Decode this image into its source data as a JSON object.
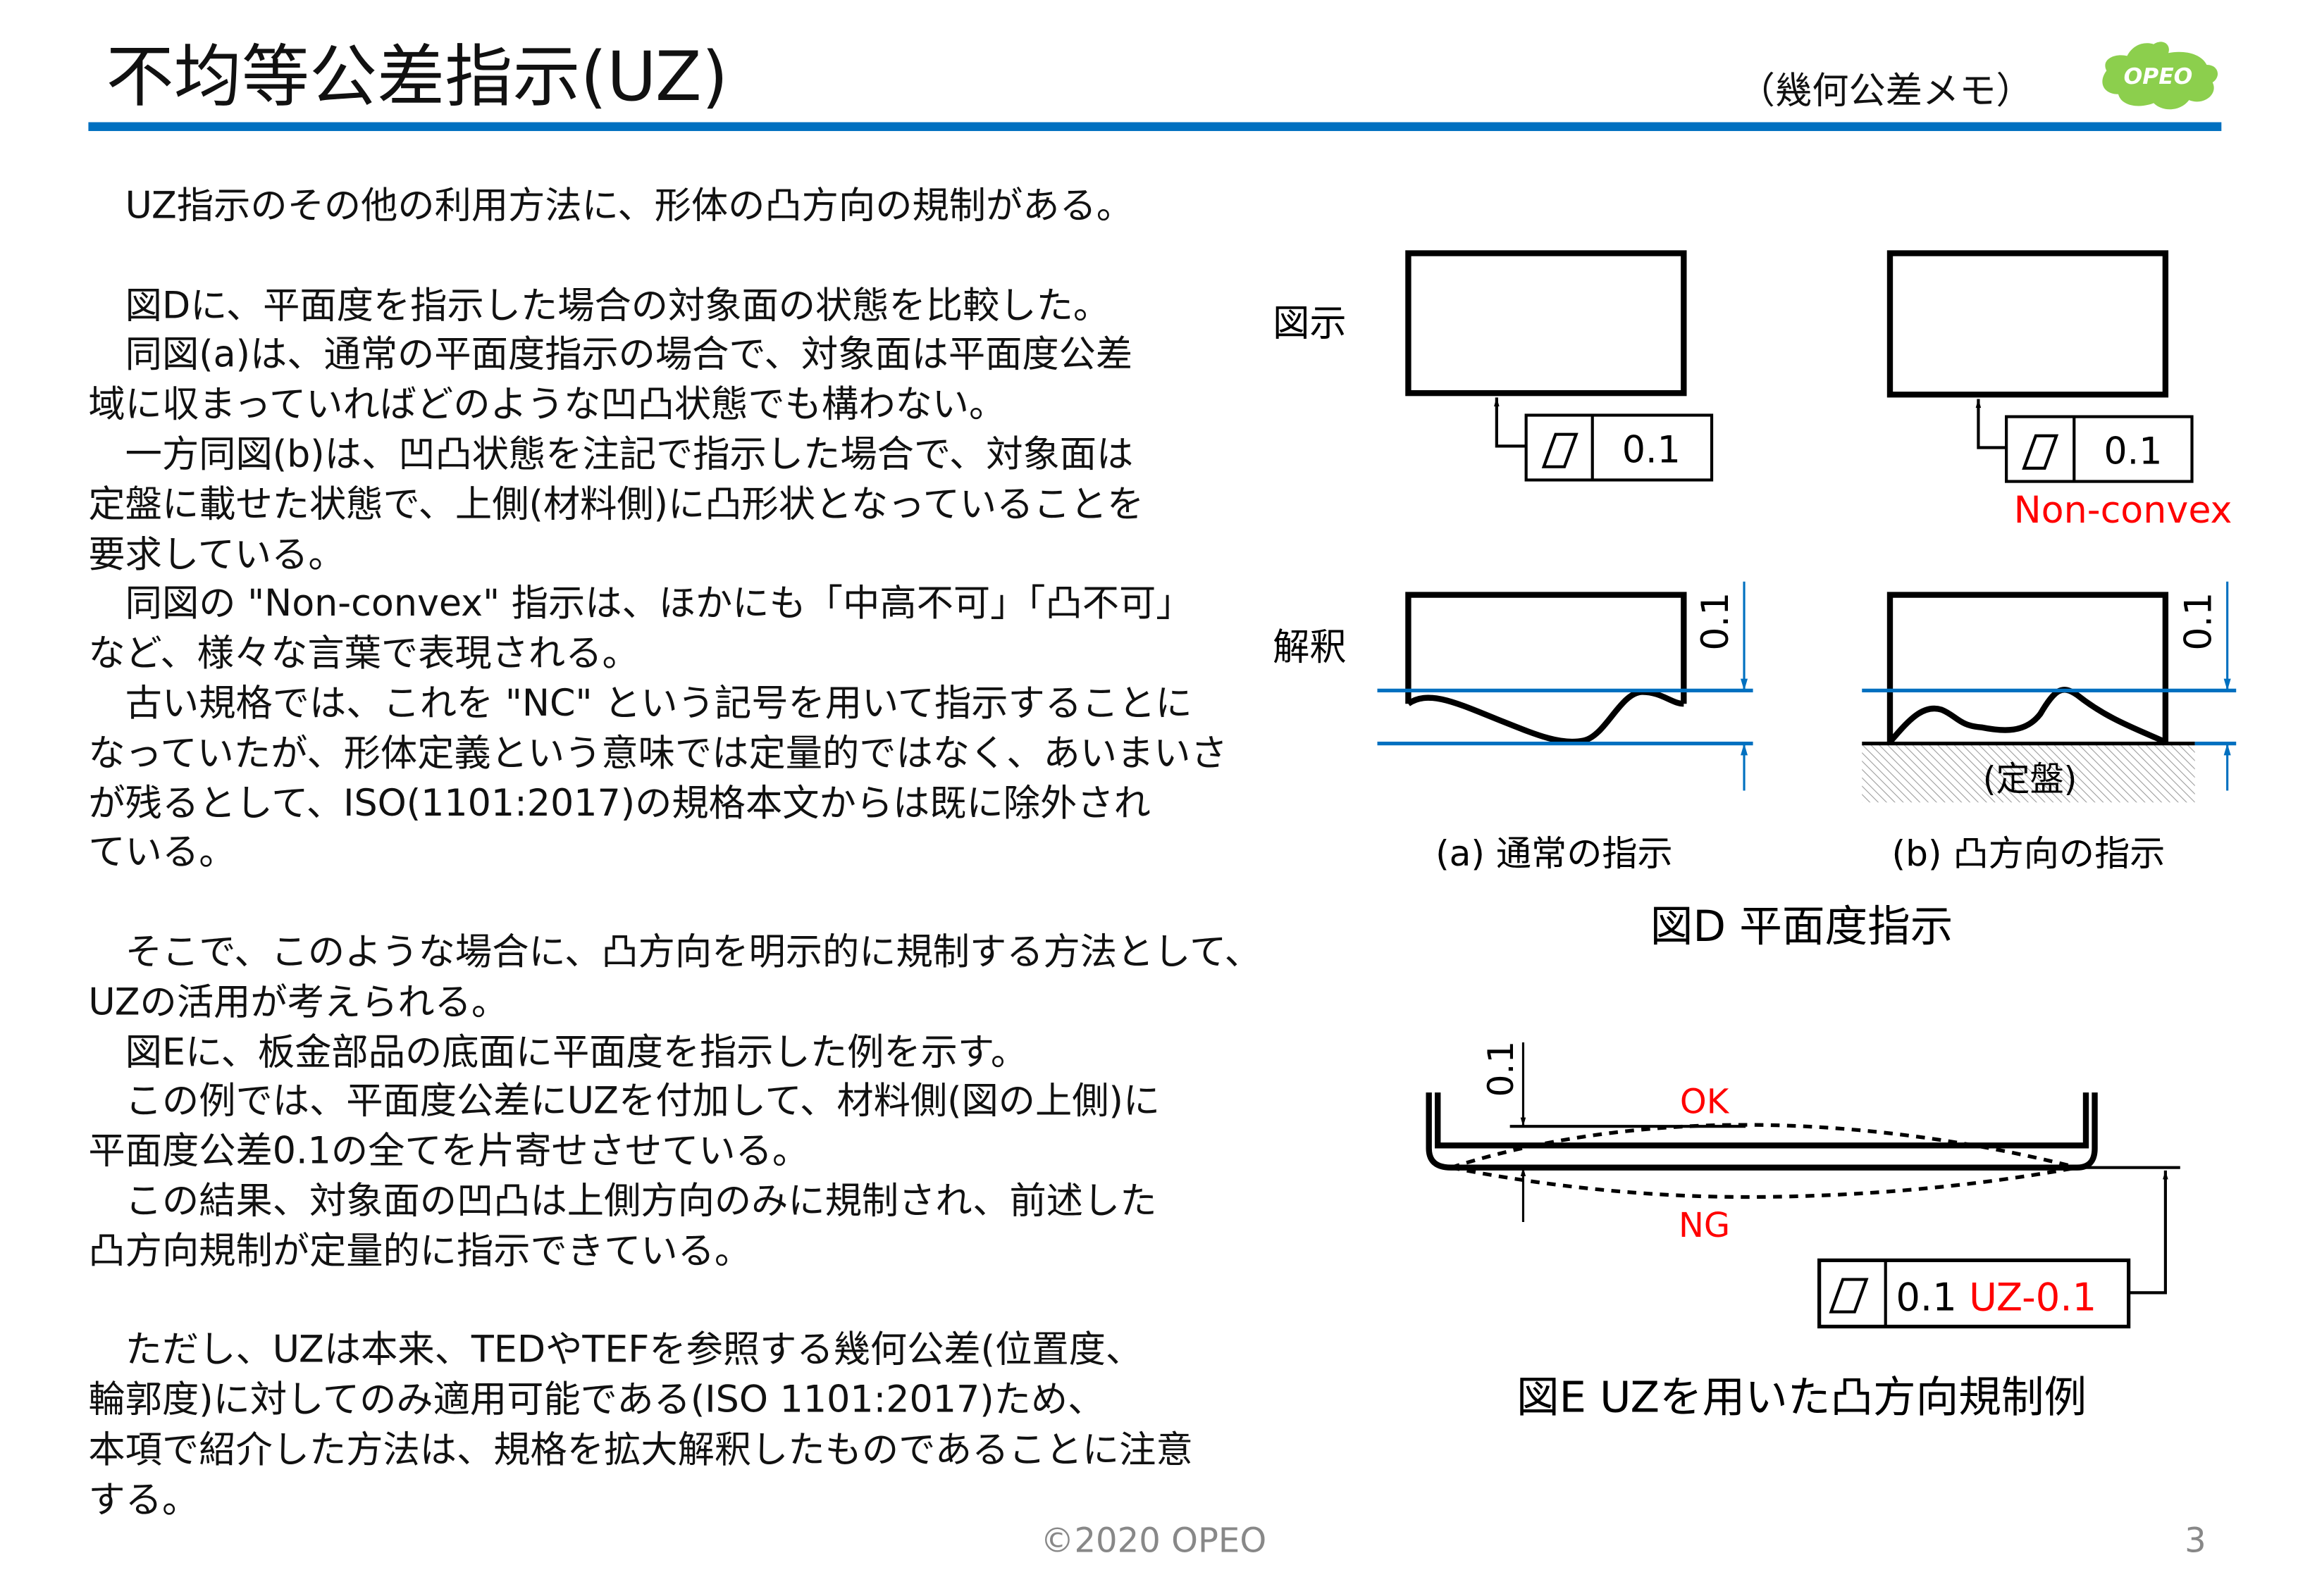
{
  "header": {
    "title": "不均等公差指示(UZ)",
    "subtitle": "（幾何公差メモ）",
    "logo_text": "OPEO",
    "accent_color": "#0070C0"
  },
  "body_lines": [
    "　UZ指示のその他の利用方法に、形体の凸方向の規制がある。",
    "",
    "　図Dに、平面度を指示した場合の対象面の状態を比較した。",
    "　同図(a)は、通常の平面度指示の場合で、対象面は平面度公差",
    "域に収まっていればどのような凹凸状態でも構わない。",
    "　一方同図(b)は、凹凸状態を注記で指示した場合で、対象面は",
    "定盤に載せた状態で、上側(材料側)に凸形状となっていることを",
    "要求している。",
    "　同図の \"Non-convex\" 指示は、ほかにも「中高不可」「凸不可」",
    "など、様々な言葉で表現される。",
    "　古い規格では、これを \"NC\" という記号を用いて指示することに",
    "なっていたが、形体定義という意味では定量的ではなく、あいまいさ",
    "が残るとして、ISO(1101:2017)の規格本文からは既に除外され",
    "ている。",
    "",
    "　そこで、このような場合に、凸方向を明示的に規制する方法として、",
    "UZの活用が考えられる。",
    "　図Eに、板金部品の底面に平面度を指示した例を示す。",
    "　この例では、平面度公差にUZを付加して、材料側(図の上側)に",
    "平面度公差0.1の全てを片寄せさせている。",
    "　この結果、対象面の凹凸は上側方向のみに規制され、前述した",
    "凸方向規制が定量的に指示できている。",
    "",
    "　ただし、UZは本来、TEDやTEFを参照する幾何公差(位置度、",
    "輪郭度)に対してのみ適用可能である(ISO 1101:2017)ため、",
    "本項で紹介した方法は、規格を拡大解釈したものであることに注意",
    "する。"
  ],
  "figure_d": {
    "row_label_indication": "図示",
    "row_label_interpretation": "解釈",
    "tolerance_a": "0.1",
    "tolerance_b": "0.1",
    "note_b": "Non-convex",
    "dim_a": "0.1",
    "dim_b": "0.1",
    "surface_plate": "(定盤)",
    "caption_a": "(a) 通常の指示",
    "caption_b": "(b) 凸方向の指示",
    "caption": "図D 平面度指示"
  },
  "figure_e": {
    "dim": "0.1",
    "ok_label": "OK",
    "ng_label": "NG",
    "tolerance": "0.1",
    "modifier": "UZ-0.1",
    "caption": "図E UZを用いた凸方向規制例"
  },
  "footer": {
    "copyright": "©2020 OPEO",
    "page_number": "3"
  },
  "colors": {
    "blue": "#0070C0",
    "red": "#FF0000",
    "logo_green": "#8CCF4D"
  }
}
